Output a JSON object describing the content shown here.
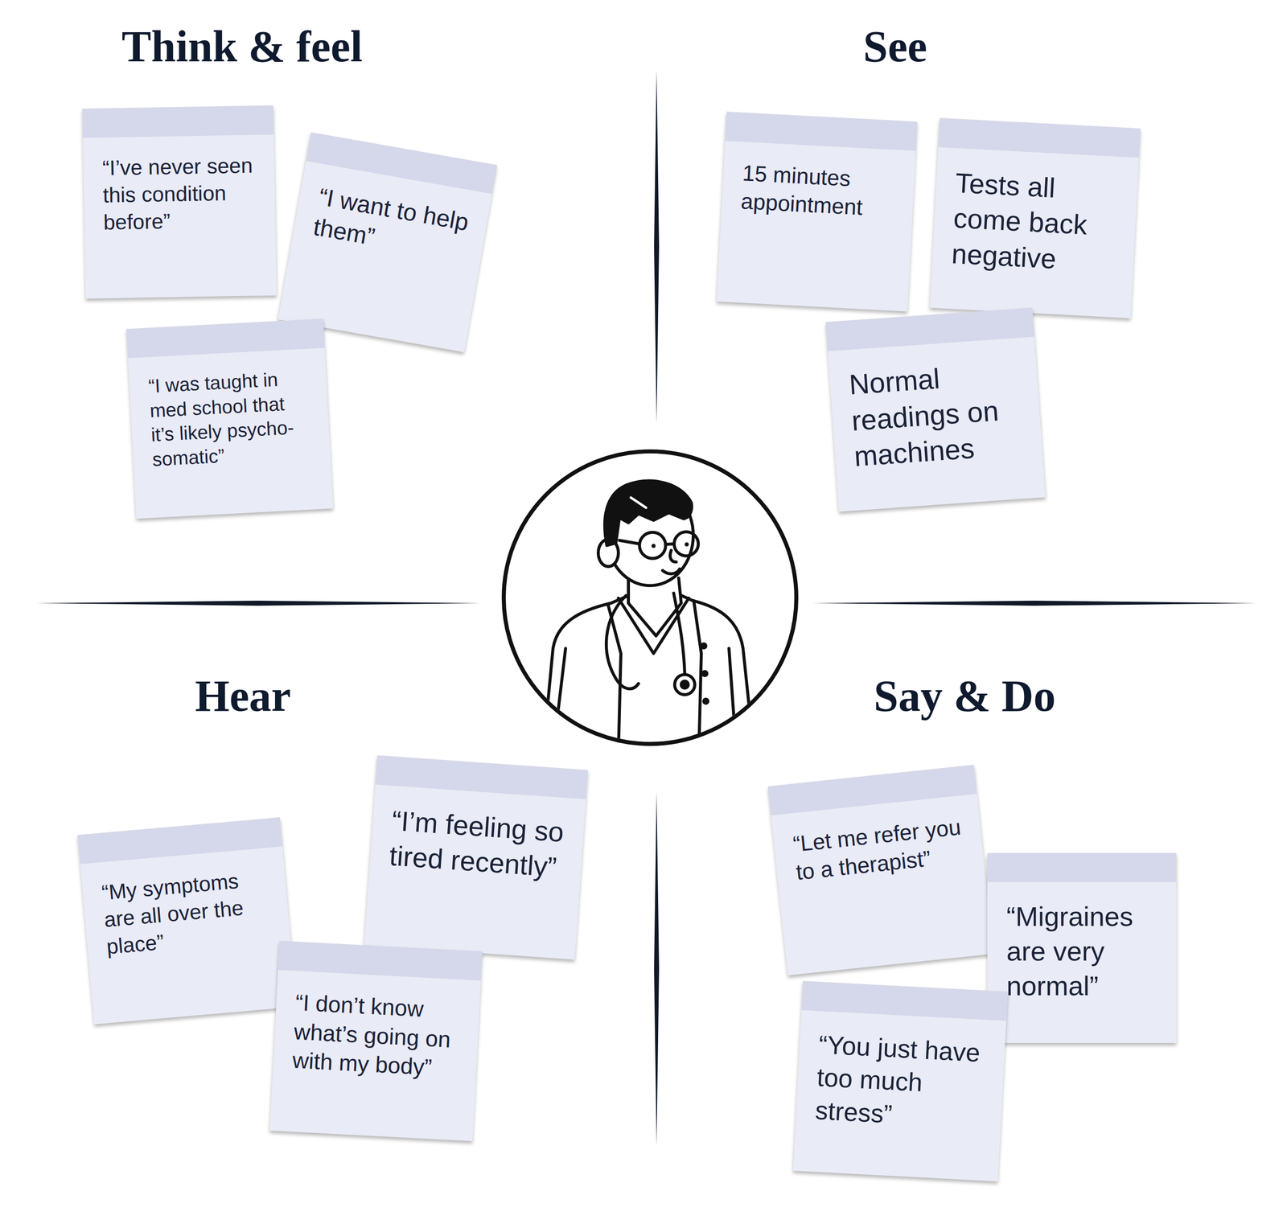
{
  "diagram": {
    "nodes": [
      {
        "text": [
          "“I’ve never seen this condition before”"
        ]
      },
      {
        "text": [
          "“I want to help them”"
        ]
      },
      {
        "text": [
          "“I was taught in med school that it’s likely psycho- somatic”"
        ]
      },
      {
        "text": [
          "15 minutes appointment"
        ]
      },
      {
        "text": [
          "Tests all come back negative"
        ]
      },
      {
        "text": [
          "Normal readings on machines"
        ]
      },
      {
        "text": [
          "“I’m feeling so tired recently”"
        ]
      },
      {
        "text": [
          "“My symptoms are all over the place”"
        ]
      },
      {
        "text": [
          "“I don’t know what’s going on with my body”"
        ]
      },
      {
        "text": [
          "“Let me refer you to a therapist”"
        ]
      },
      {
        "text": [
          "“Migraines are very normal”"
        ]
      },
      {
        "text": [
          "“You just have too much stress”"
        ]
      }
    ],
    "labels": [
      "Think & feel",
      "See",
      "Hear",
      "Say & Do"
    ]
  }
}
